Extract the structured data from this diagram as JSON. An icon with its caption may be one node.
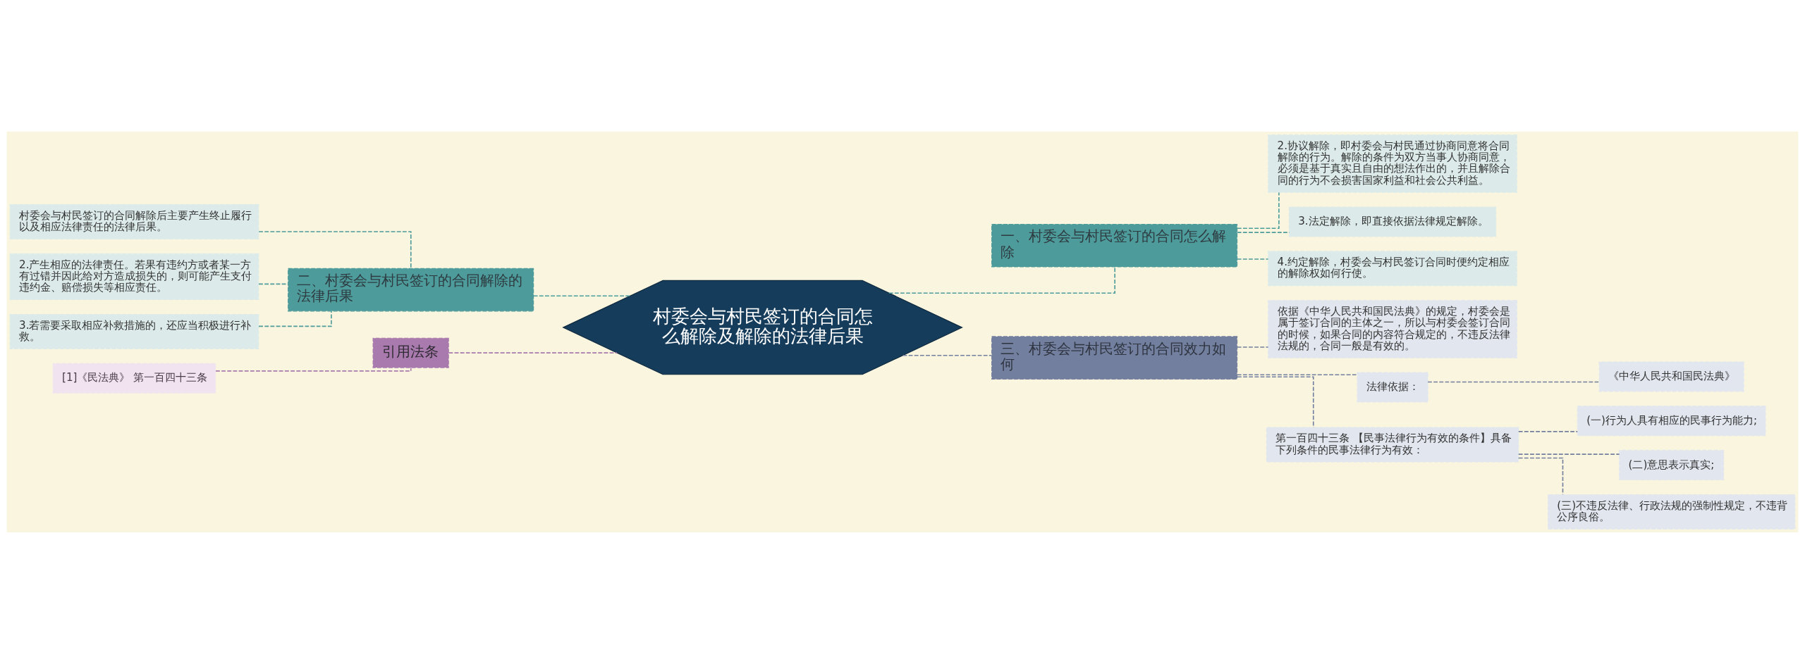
{
  "diagram": {
    "nodes": [
      {
        "text": [
          "村委会与村民签订的合同怎么解除及解除的法律后果"
        ]
      },
      {
        "text": [
          "一、村委会与村民签订的合同怎么解除"
        ]
      },
      {
        "text": [
          "2.协议解除，即村委会与村民通过协商同意将合同解除的行为。解除的条件为双方当事人协商同意，必须是基于真实且自由的想法作出的，并且解除合同的行为不会损害国家利益和社会公共利益。"
        ]
      },
      {
        "text": [
          "3.法定解除，即直接依据法律规定解除。"
        ]
      },
      {
        "text": [
          "4.约定解除，村委会与村民签订合同时便约定相应的解除权如何行使。"
        ]
      },
      {
        "text": [
          "三、村委会与村民签订的合同效力如何"
        ]
      },
      {
        "text": [
          "依据《中华人民共和国民法典》的规定，村委会是属于签订合同的主体之一，所以与村委会签订合同的时候，如果合同的内容符合规定的，不违反法律法规的，合同一般是有效的。"
        ]
      },
      {
        "text": [
          "法律依据："
        ]
      },
      {
        "text": [
          "《中华人民共和国民法典》"
        ]
      },
      {
        "text": [
          "第一百四十三条 【民事法律行为有效的条件】具备下列条件的民事法律行为有效："
        ]
      },
      {
        "text": [
          "(一)行为人具有相应的民事行为能力;"
        ]
      },
      {
        "text": [
          "(二)意思表示真实;"
        ]
      },
      {
        "text": [
          "(三)不违反法律、行政法规的强制性规定，不违背公序良俗。"
        ]
      },
      {
        "text": [
          "二、村委会与村民签订的合同解除的法律后果"
        ]
      },
      {
        "text": [
          "村委会与村民签订的合同解除后主要产生终止履行以及相应法律责任的法律后果。"
        ]
      },
      {
        "text": [
          "2.产生相应的法律责任。若果有违约方或者某一方有过错并因此给对方造成损失的，则可能产生支付违约金、赔偿损失等相应责任。"
        ]
      },
      {
        "text": [
          "3.若需要采取相应补救措施的，还应当积极进行补救。"
        ]
      },
      {
        "text": [
          "引用法条"
        ]
      },
      {
        "text": [
          "[1]《民法典》 第一百四十三条"
        ]
      }
    ],
    "edges": [
      {
        "from": 0,
        "to": 1,
        "arrow": "none",
        "style": "dashed",
        "color": "#4e9b9b"
      },
      {
        "from": 1,
        "to": 2,
        "arrow": "none",
        "style": "dashed",
        "color": "#4e9b9b"
      },
      {
        "from": 1,
        "to": 3,
        "arrow": "none",
        "style": "dashed",
        "color": "#4e9b9b"
      },
      {
        "from": 1,
        "to": 4,
        "arrow": "none",
        "style": "dashed",
        "color": "#4e9b9b"
      },
      {
        "from": 0,
        "to": 5,
        "arrow": "none",
        "style": "dashed",
        "color": "#737f9e"
      },
      {
        "from": 5,
        "to": 6,
        "arrow": "none",
        "style": "dashed",
        "color": "#737f9e"
      },
      {
        "from": 5,
        "to": 7,
        "arrow": "none",
        "style": "dashed",
        "color": "#737f9e"
      },
      {
        "from": 7,
        "to": 8,
        "arrow": "none",
        "style": "dashed",
        "color": "#737f9e"
      },
      {
        "from": 5,
        "to": 9,
        "arrow": "none",
        "style": "dashed",
        "color": "#737f9e"
      },
      {
        "from": 9,
        "to": 10,
        "arrow": "none",
        "style": "dashed",
        "color": "#737f9e"
      },
      {
        "from": 9,
        "to": 11,
        "arrow": "none",
        "style": "dashed",
        "color": "#737f9e"
      },
      {
        "from": 9,
        "to": 12,
        "arrow": "none",
        "style": "dashed",
        "color": "#737f9e"
      },
      {
        "from": 0,
        "to": 13,
        "arrow": "none",
        "style": "dashed",
        "color": "#4e9b9b"
      },
      {
        "from": 13,
        "to": 14,
        "arrow": "none",
        "style": "dashed",
        "color": "#4e9b9b"
      },
      {
        "from": 13,
        "to": 15,
        "arrow": "none",
        "style": "dashed",
        "color": "#4e9b9b"
      },
      {
        "from": 13,
        "to": 16,
        "arrow": "none",
        "style": "dashed",
        "color": "#4e9b9b"
      },
      {
        "from": 0,
        "to": 17,
        "arrow": "none",
        "style": "dashed",
        "color": "#a97aad"
      },
      {
        "from": 17,
        "to": 18,
        "arrow": "none",
        "style": "dashed",
        "color": "#a97aad"
      }
    ]
  }
}
